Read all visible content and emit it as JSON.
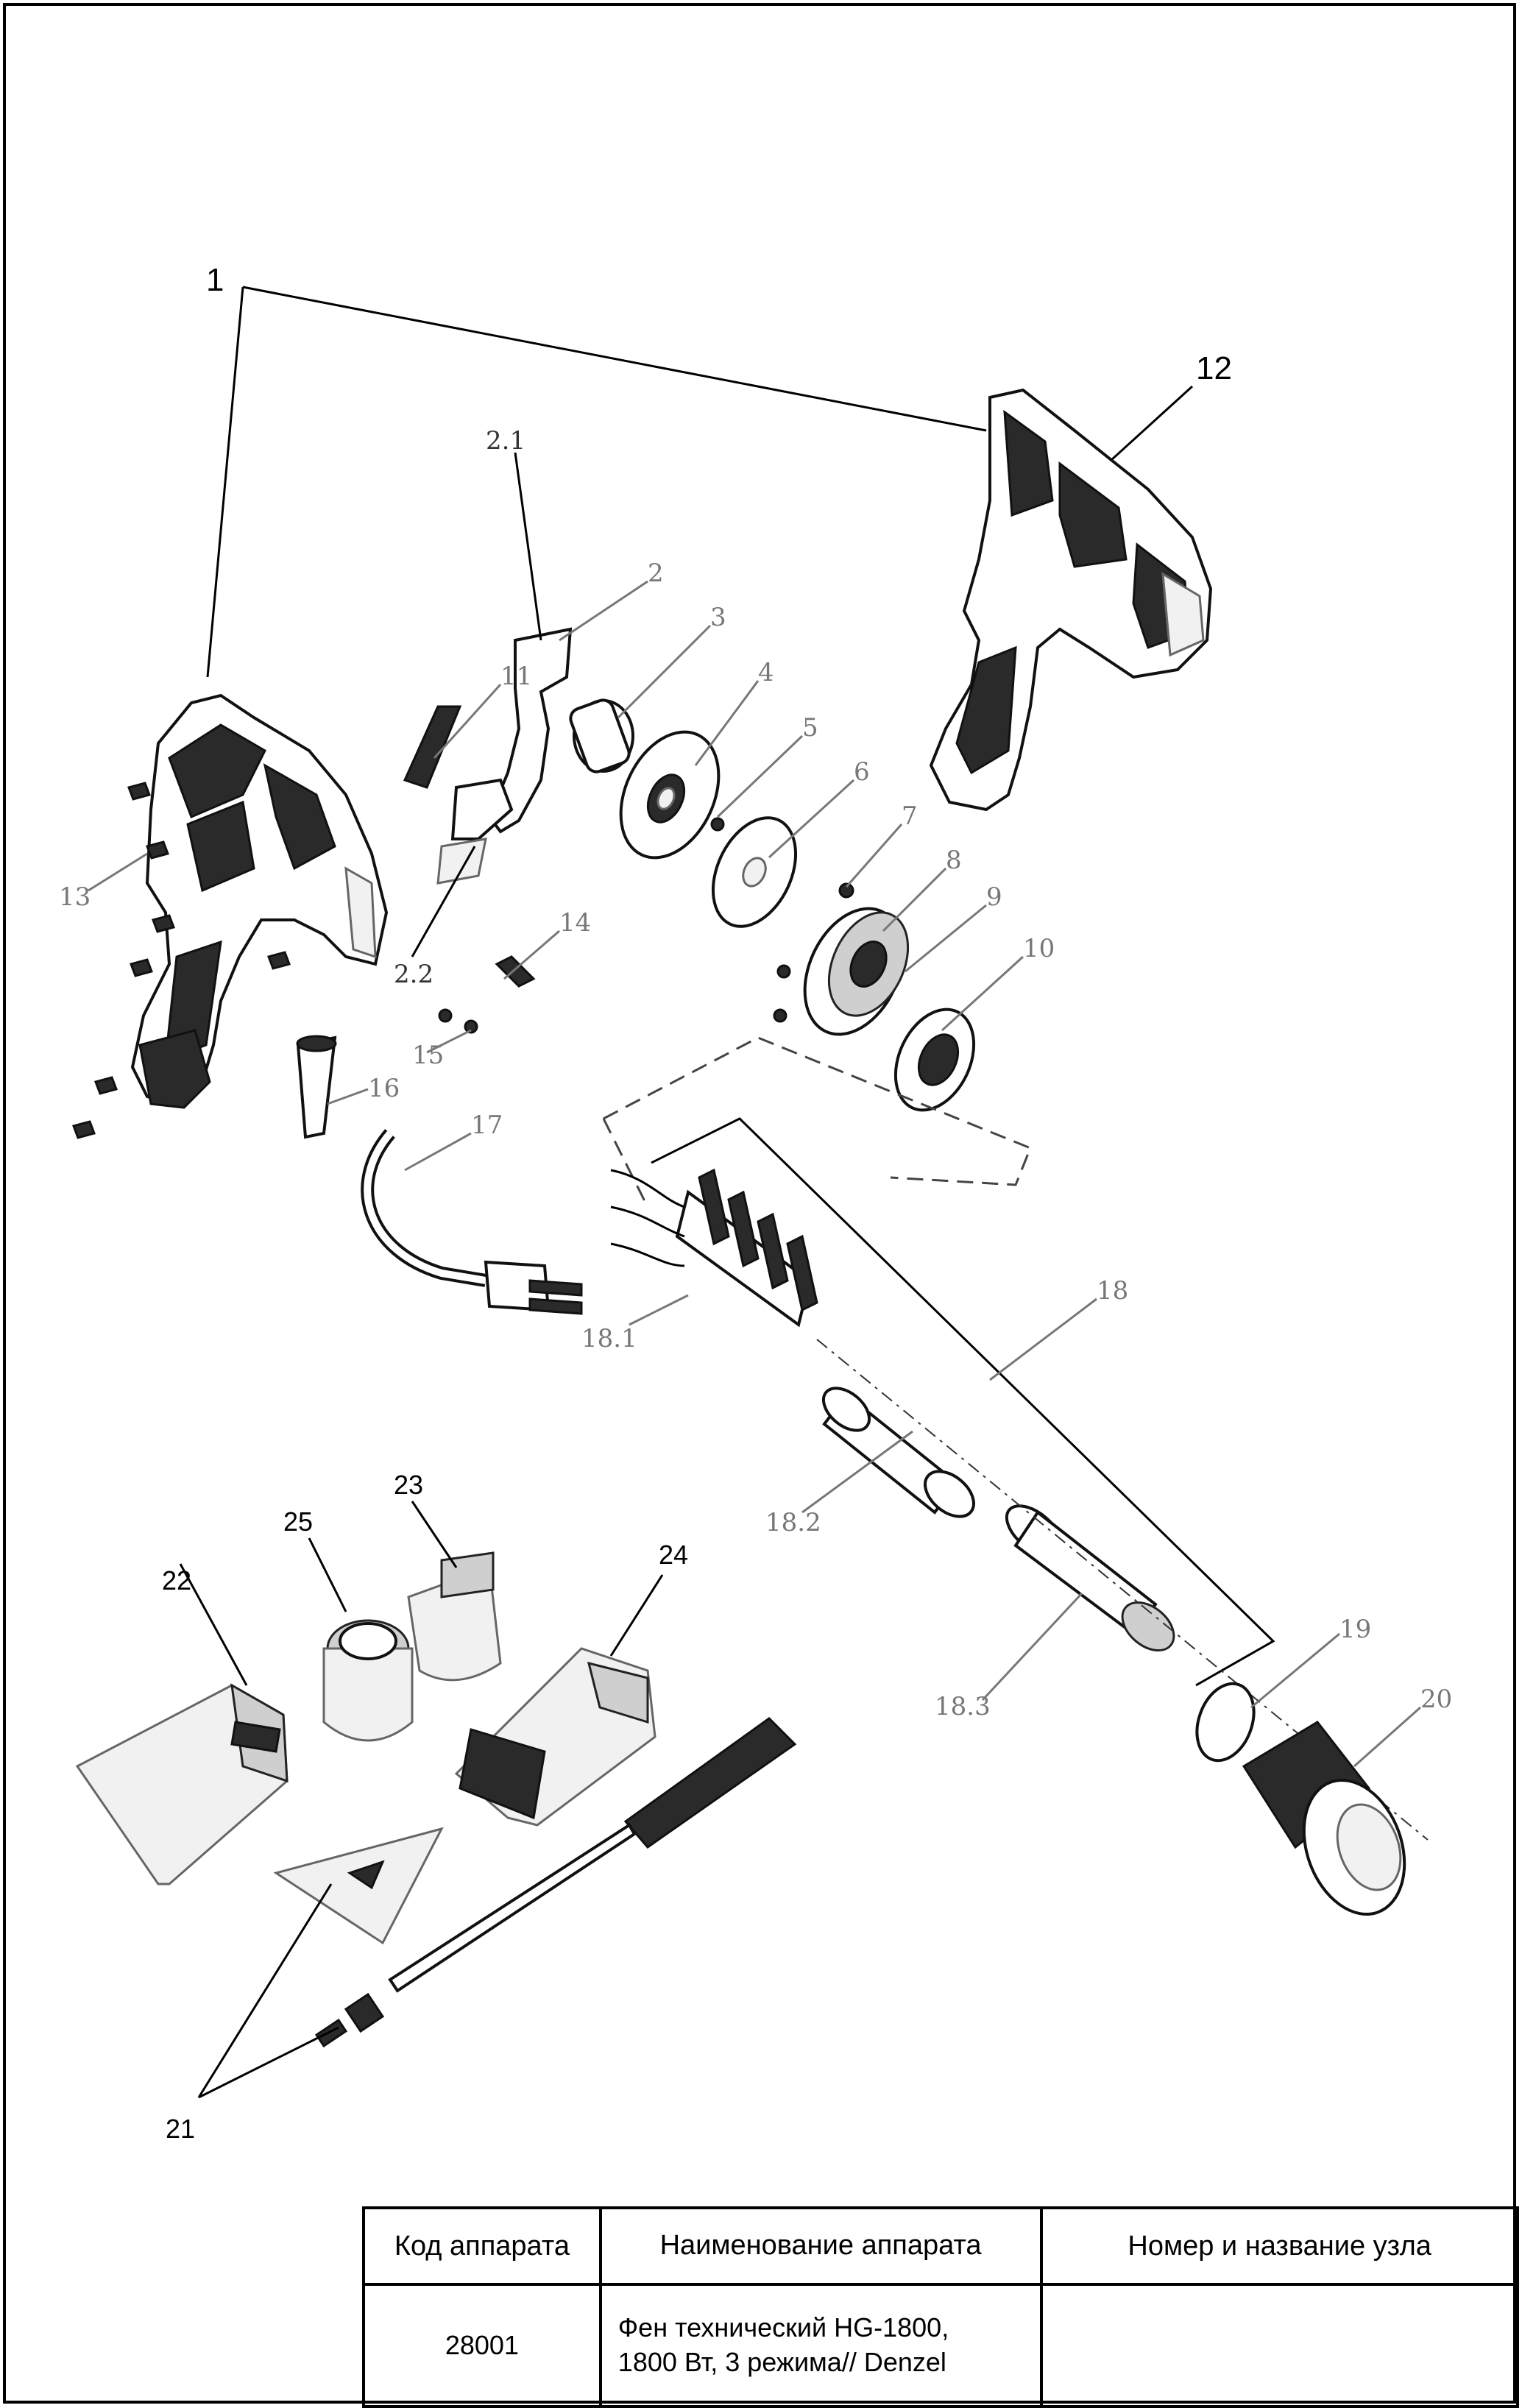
{
  "callouts": {
    "c1": "1",
    "c12": "12",
    "c2_1": "2.1",
    "c2": "2",
    "c3": "3",
    "c4": "4",
    "c5": "5",
    "c6": "6",
    "c7": "7",
    "c8": "8",
    "c9": "9",
    "c10": "10",
    "c11": "11",
    "c13": "13",
    "c2_2": "2.2",
    "c14": "14",
    "c15": "15",
    "c16": "16",
    "c17": "17",
    "c18": "18",
    "c18_1": "18.1",
    "c18_2": "18.2",
    "c18_3": "18.3",
    "c19": "19",
    "c20": "20",
    "c21": "21",
    "c22": "22",
    "c23": "23",
    "c24": "24",
    "c25": "25"
  },
  "title_block": {
    "headers": [
      "Код аппарата",
      "Наименование аппарата",
      "Номер и название узла"
    ],
    "code": "28001",
    "name_line1": "Фен технический HG-1800,",
    "name_line2": "1800 Вт, 3 режима// Denzel",
    "node": ""
  }
}
